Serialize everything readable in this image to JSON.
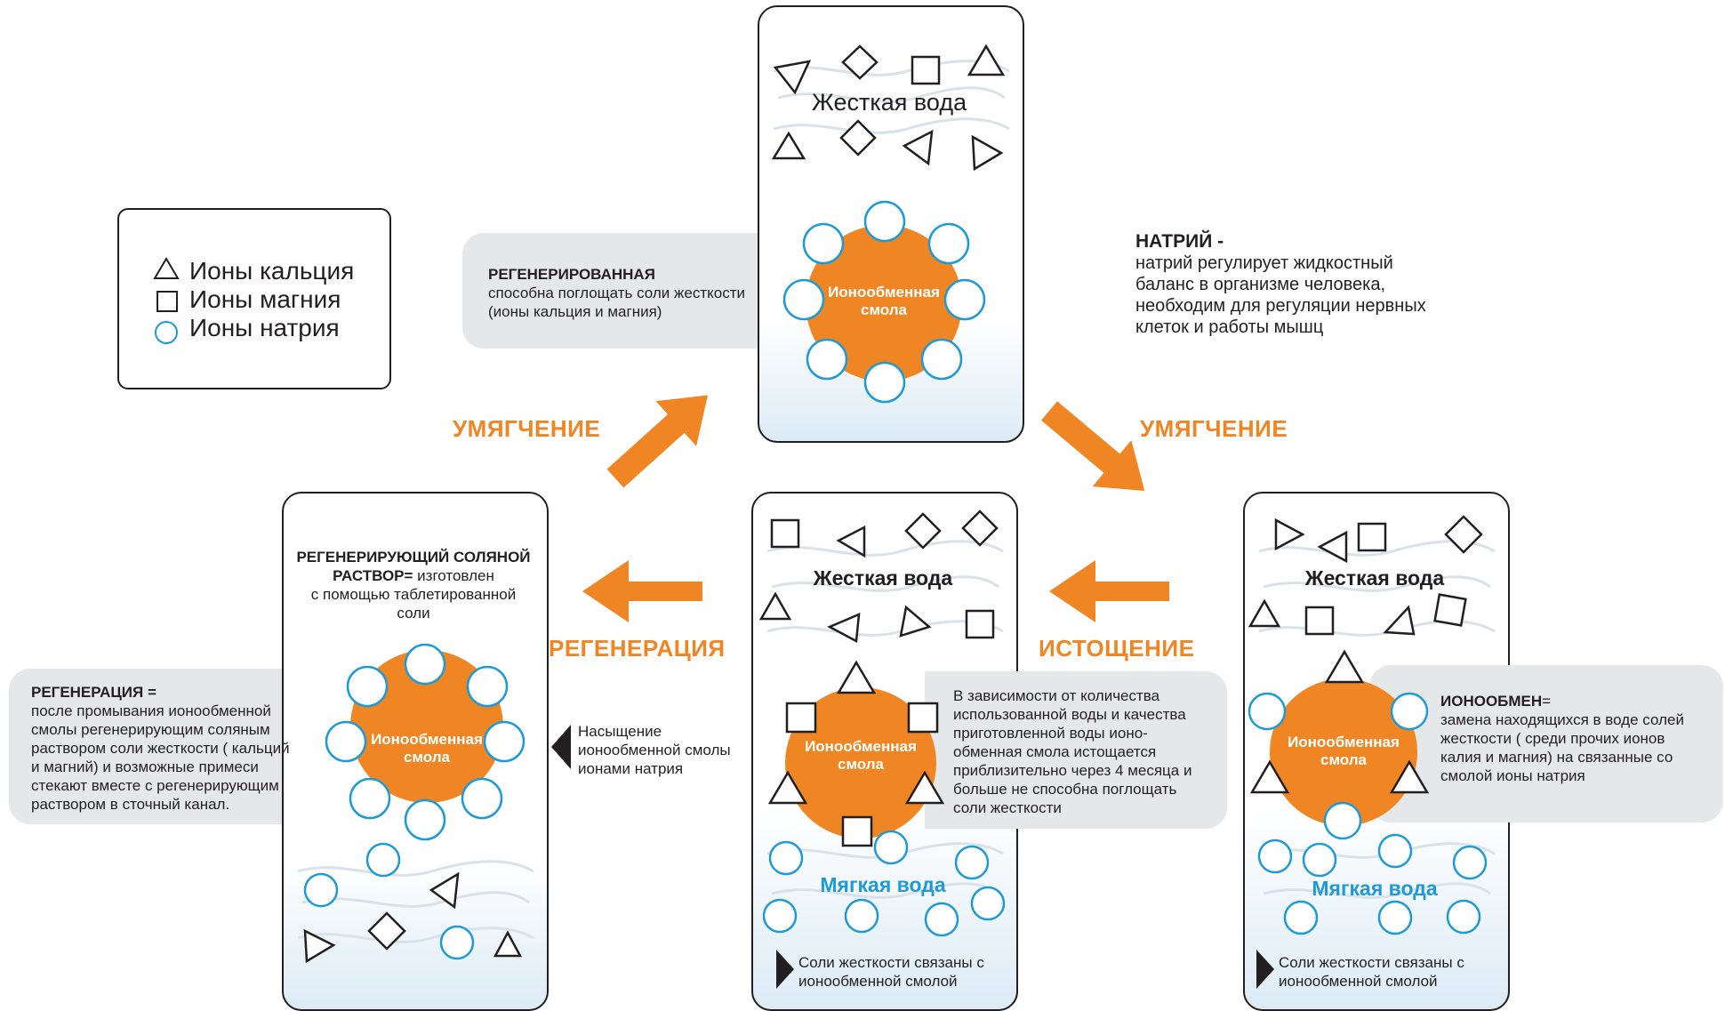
{
  "legend": {
    "calcium": "Ионы кальция",
    "magnesium": "Ионы магния",
    "sodium": "Ионы натрия"
  },
  "top_tank": {
    "water_label": "Жесткая вода",
    "resin_label_1": "Ионообменная",
    "resin_label_2": "смола"
  },
  "regenerated": {
    "title": "РЕГЕНЕРИРОВАННАЯ",
    "line1": "способна поглощать соли жесткости",
    "line2": "(ионы кальция и магния)"
  },
  "sodium_note": {
    "title": "НАТРИЙ -",
    "line1": "натрий регулирует жидкостный",
    "line2": "баланс в организме человека,",
    "line3": "необходим для регуляции нервных",
    "line4": "клеток и работы мышц"
  },
  "arrows": {
    "softening_left": "УМЯГЧЕНИЕ",
    "softening_right": "УМЯГЧЕНИЕ",
    "regeneration": "РЕГЕНЕРАЦИЯ",
    "depletion": "ИСТОЩЕНИЕ"
  },
  "left_tank": {
    "title_bold_1": "РЕГЕНЕРИРУЮЩИЙ СОЛЯНОЙ",
    "title_bold_2": "РАСТВОР=",
    "title_rest": " изготовлен",
    "line2": "с помощью таблетированной",
    "line3": "соли",
    "resin_label_1": "Ионообменная",
    "resin_label_2": "смола"
  },
  "regeneration_note": {
    "title": "РЕГЕНЕРАЦИЯ =",
    "line1": "после промывания ионообменной",
    "line2": "смолы регенерирующим соляным",
    "line3": "раствором соли жесткости ( кальций",
    "line4": "и магний) и возможные примеси",
    "line5": "стекают вместе с регенерирующим",
    "line6": "раствором в сточный канал."
  },
  "saturation_note": {
    "line1": "Насыщение",
    "line2": "ионообменной смолы",
    "line3": "ионами натрия"
  },
  "middle_tank": {
    "hard_label": "Жесткая вода",
    "soft_label": "Мягкая вода",
    "resin_label_1": "Ионообменная",
    "resin_label_2": "смола",
    "bound_1": "Соли жесткости связаны с",
    "bound_2": "ионообменной смолой"
  },
  "depletion_note": {
    "line1": "В зависимости от количества",
    "line2": "использованной воды и качества",
    "line3": "приготовленной воды ионо-",
    "line4": "обменная смола истощается",
    "line5": "приблизительно через 4 месяца и",
    "line6": "больше не способна поглощать",
    "line7": "соли жесткости"
  },
  "right_tank": {
    "hard_label": "Жесткая вода",
    "soft_label": "Мягкая вода",
    "resin_label_1": "Ионообменная",
    "resin_label_2": "смола",
    "bound_1": "Соли жесткости связаны с",
    "bound_2": "ионообменной смолой"
  },
  "ion_exchange_note": {
    "title": "ИОНООБМЕН",
    "title_eq": "=",
    "line1": "замена находящихся в воде солей",
    "line2": "жесткости ( среди прочих ионов",
    "line3": "калия и магния) на связанные со",
    "line4": "смолой ионы натрия"
  },
  "colors": {
    "resin_orange": "#f08523",
    "sodium_blue": "#1e9ad6",
    "callout_gray": "#e6e7e8",
    "water_gradient": "#dcebf6"
  }
}
